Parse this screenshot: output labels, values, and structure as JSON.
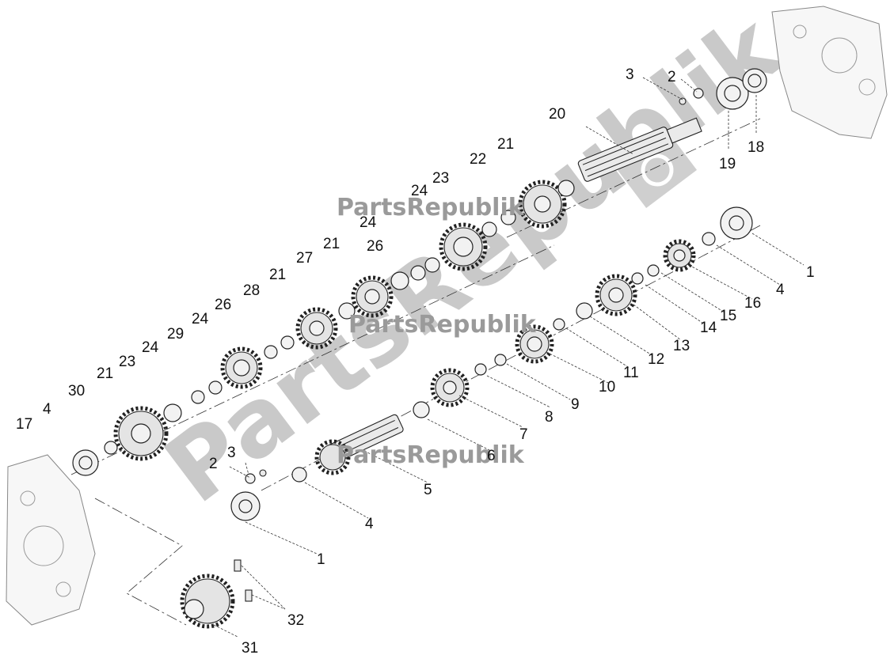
{
  "watermark": {
    "brand_small": "PartsRepublik",
    "brand_big": "PartsRepublik"
  },
  "labels": {
    "p1_right": "1",
    "p1_left": "1",
    "p2_top": "2",
    "p2_left": "2",
    "p3_top": "3",
    "p3_left": "3",
    "p4_right": "4",
    "p4_mid": "4",
    "p4_left": "4",
    "p5": "5",
    "p6": "6",
    "p7": "7",
    "p8": "8",
    "p9": "9",
    "p10": "10",
    "p11": "11",
    "p12": "12",
    "p13": "13",
    "p14": "14",
    "p15": "15",
    "p16": "16",
    "p17": "17",
    "p18": "18",
    "p19": "19",
    "p20": "20",
    "p21_a": "21",
    "p21_b": "21",
    "p21_c": "21",
    "p21_d": "21",
    "p22": "22",
    "p23_a": "23",
    "p23_b": "23",
    "p24_a": "24",
    "p24_b": "24",
    "p24_c": "24",
    "p24_d": "24",
    "p26_a": "26",
    "p26_b": "26",
    "p27": "27",
    "p28": "28",
    "p29": "29",
    "p30": "30",
    "p31": "31",
    "p32": "32"
  }
}
